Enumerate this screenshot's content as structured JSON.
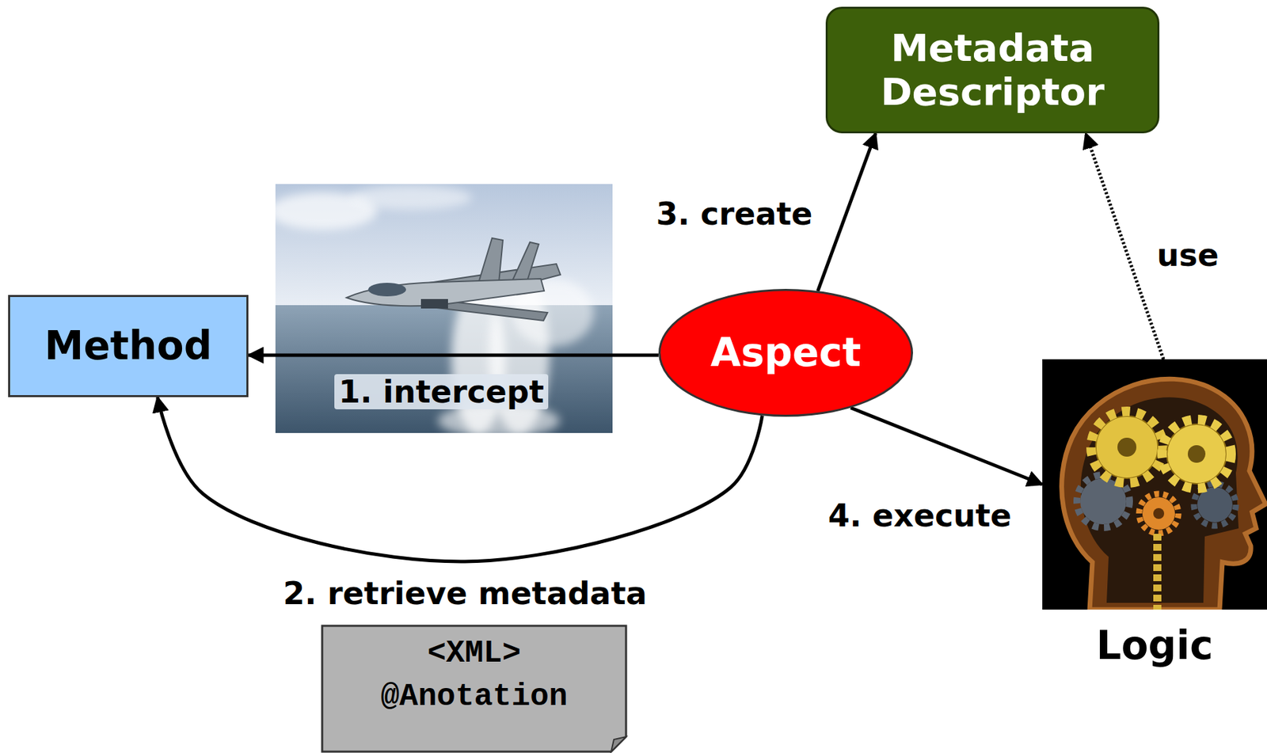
{
  "diagram": {
    "nodes": [
      {
        "text": [
          "Metadata Descriptor"
        ]
      },
      {
        "text": [
          "Method"
        ]
      },
      {
        "text": [
          "Aspect"
        ]
      },
      {
        "text": [
          "Logic"
        ]
      },
      {
        "text": [
          "<XML>",
          "@Anotation"
        ]
      }
    ],
    "edges": [
      {
        "from": 2,
        "to": 1,
        "arrow": "to",
        "label": "1. intercept"
      },
      {
        "from": 2,
        "to": 1,
        "arrow": "to",
        "label": "2. retrieve metadata"
      },
      {
        "from": 2,
        "to": 0,
        "arrow": "to",
        "label": "3. create"
      },
      {
        "from": 2,
        "to": 3,
        "arrow": "to",
        "label": "4. execute"
      },
      {
        "from": 3,
        "to": 0,
        "arrow": "to",
        "label": "use"
      }
    ]
  }
}
